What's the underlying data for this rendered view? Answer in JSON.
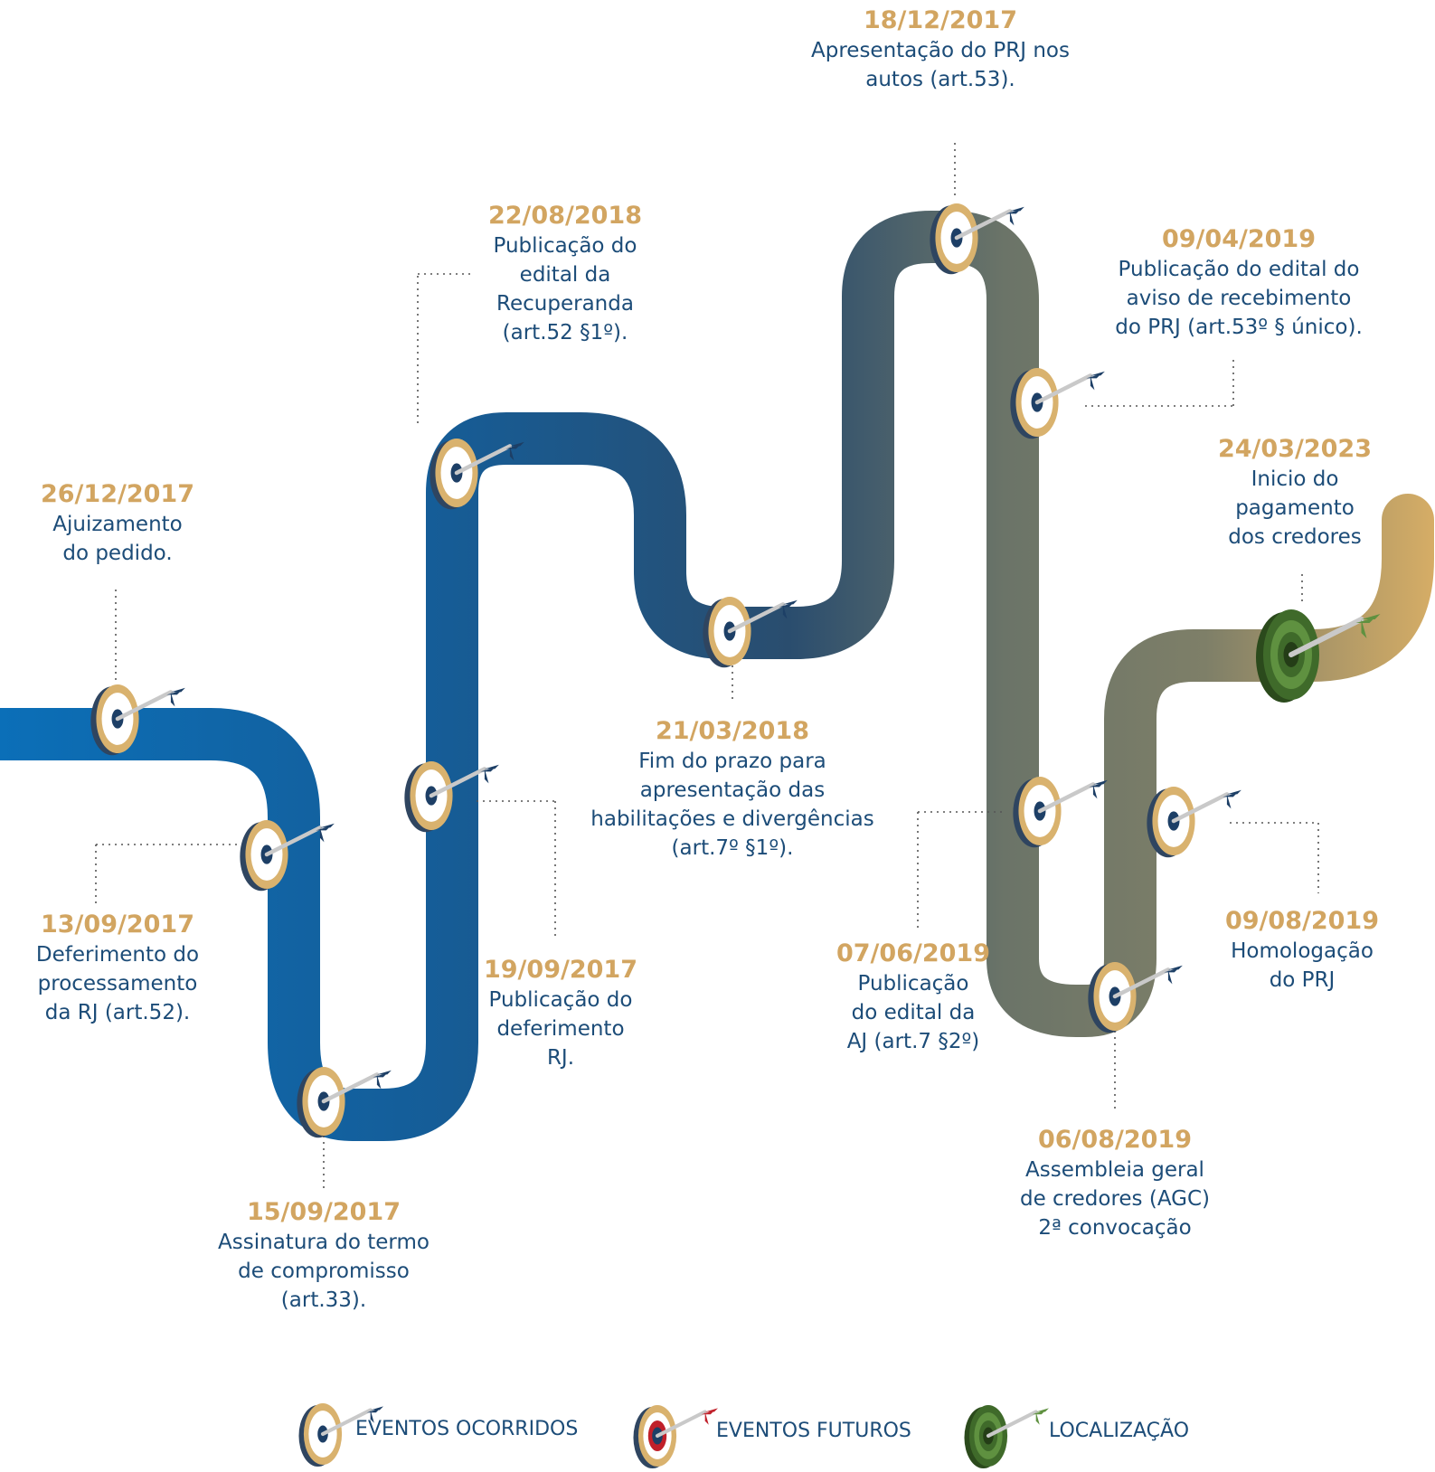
{
  "colors": {
    "date": "#d2a561",
    "text": "#1c4c78",
    "road_start": "#0b6fb8",
    "road_mid": "#2a4d6e",
    "road_gray": "#6b7468",
    "road_end": "#d6ad66",
    "target_ring_past": "#d9b26e",
    "target_ring_future": "#c0202a",
    "target_ring_location": "#3f6a2a"
  },
  "events": [
    {
      "id": "e1",
      "date": "26/12/2017",
      "description": "Ajuizamento\ndo pedido."
    },
    {
      "id": "e2",
      "date": "13/09/2017",
      "description": "Deferimento do\nprocessamento\nda RJ (art.52)."
    },
    {
      "id": "e3",
      "date": "15/09/2017",
      "description": "Assinatura do termo\nde compromisso\n(art.33)."
    },
    {
      "id": "e4",
      "date": "19/09/2017",
      "description": "Publicação do\ndeferimento\nRJ."
    },
    {
      "id": "e5",
      "date": "22/08/2018",
      "description": "Publicação do\nedital da\nRecuperanda\n(art.52 §1º)."
    },
    {
      "id": "e6",
      "date": "21/03/2018",
      "description": "Fim do prazo para\napresentação das\nhabilitações e divergências\n(art.7º §1º)."
    },
    {
      "id": "e7",
      "date": "18/12/2017",
      "description": "Apresentação do PRJ nos\nautos (art.53)."
    },
    {
      "id": "e8",
      "date": "09/04/2019",
      "description": "Publicação do edital do\naviso de recebimento\ndo PRJ (art.53º § único)."
    },
    {
      "id": "e9",
      "date": "07/06/2019",
      "description": "Publicação\ndo edital da\nAJ (art.7 §2º)"
    },
    {
      "id": "e10",
      "date": "06/08/2019",
      "description": "Assembleia geral\nde credores (AGC)\n2ª convocação"
    },
    {
      "id": "e11",
      "date": "09/08/2019",
      "description": "Homologação\ndo PRJ"
    },
    {
      "id": "e12",
      "date": "24/03/2023",
      "description": "Inicio do\npagamento\ndos credores"
    }
  ],
  "legend": [
    {
      "label": "EVENTOS OCORRIDOS",
      "icon": "target-past-icon"
    },
    {
      "label": "EVENTOS FUTUROS",
      "icon": "target-future-icon"
    },
    {
      "label": "LOCALIZAÇÃO",
      "icon": "target-location-icon"
    }
  ]
}
